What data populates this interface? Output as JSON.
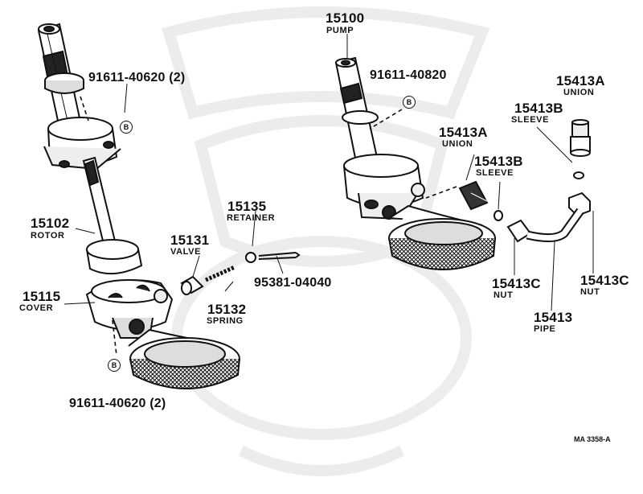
{
  "parts": {
    "p15100": {
      "number": "15100",
      "name": "PUMP"
    },
    "p91611_40820": {
      "number": "91611-40820"
    },
    "p15413A_top": {
      "number": "15413A",
      "name": "UNION"
    },
    "p15413B_top": {
      "number": "15413B",
      "name": "SLEEVE"
    },
    "p15413A_mid": {
      "number": "15413A",
      "name": "UNION"
    },
    "p15413B_mid": {
      "number": "15413B",
      "name": "SLEEVE"
    },
    "p15413C_left": {
      "number": "15413C",
      "name": "NUT"
    },
    "p15413C_right": {
      "number": "15413C",
      "name": "NUT"
    },
    "p15413": {
      "number": "15413",
      "name": "PIPE"
    },
    "p91611_40620_top": {
      "number": "91611-40620 (2)"
    },
    "p15102": {
      "number": "15102",
      "name": "ROTOR"
    },
    "p15135": {
      "number": "15135",
      "name": "RETAINER"
    },
    "p15131": {
      "number": "15131",
      "name": "VALVE"
    },
    "p95381": {
      "number": "95381-04040"
    },
    "p15115": {
      "number": "15115",
      "name": "COVER"
    },
    "p15132": {
      "number": "15132",
      "name": "SPRING"
    },
    "p91611_40620_bottom": {
      "number": "91611-40620 (2)"
    }
  },
  "callouts": {
    "b1": "B",
    "b2": "B",
    "b3": "B"
  },
  "figure_code": "MA 3358-A"
}
